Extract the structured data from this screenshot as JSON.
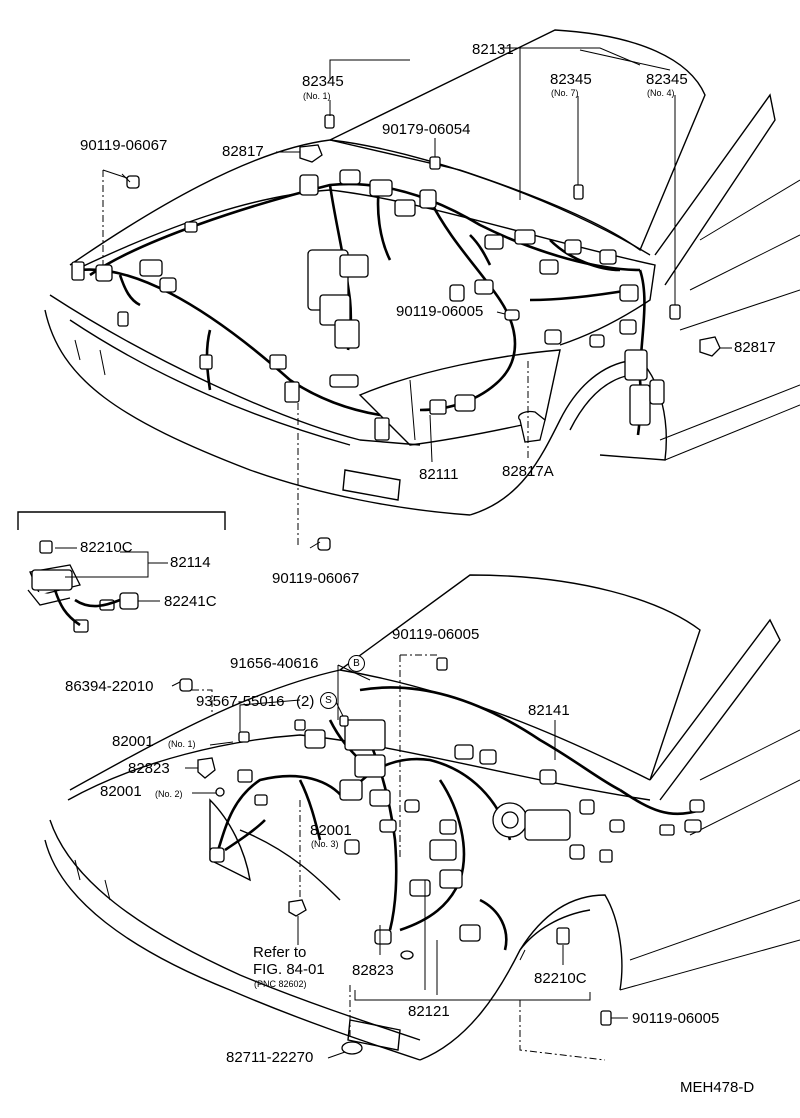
{
  "figure_code": "MEH478-D",
  "upper": {
    "labels": {
      "p82131": "82131",
      "p82345_a": "82345",
      "p82345_a_no": "(No. 1)",
      "p82345_b": "82345",
      "p82345_b_no": "(No. 7)",
      "p82345_c": "82345",
      "p82345_c_no": "(No. 4)",
      "p90119_06067_a": "90119-06067",
      "p82817_a": "82817",
      "p90179_06054": "90179-06054",
      "p90119_06005_a": "90119-06005",
      "p82817_b": "82817",
      "p82111": "82111",
      "p82817A": "82817A",
      "p90119_06067_b": "90119-06067"
    }
  },
  "inset": {
    "labels": {
      "p82210C": "82210C",
      "p82114": "82114",
      "p82241C": "82241C"
    }
  },
  "lower": {
    "labels": {
      "p90119_06005_b": "90119-06005",
      "p91656_40616": "91656-40616",
      "mark_b": "B",
      "p86394_22010": "86394-22010",
      "p93567_55016": "93567-55016",
      "qty_2": "(2)",
      "mark_s": "S",
      "p82141": "82141",
      "p82001_a": "82001",
      "p82001_a_no": "(No. 1)",
      "p82823_a": "82823",
      "p82001_b": "82001",
      "p82001_b_no": "(No. 2)",
      "p82001_c": "82001",
      "p82001_c_no": "(No. 3)",
      "refer_1": "Refer to",
      "refer_2": "FIG. 84-01",
      "refer_pnc": "(PNC 82602)",
      "p82823_b": "82823",
      "p82210C_b": "82210C",
      "p82121": "82121",
      "p90119_06005_c": "90119-06005",
      "p82711_22270": "82711-22270"
    }
  }
}
